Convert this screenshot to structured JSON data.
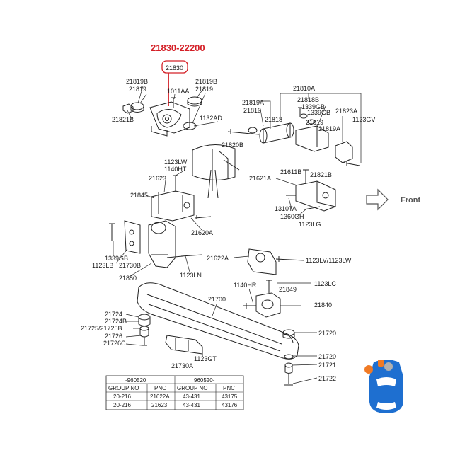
{
  "highlight": {
    "part_number": "21830-22200",
    "color": "#d42027",
    "callout": "21830"
  },
  "front_label": "Front",
  "labels": {
    "l21819b_a": "21819B",
    "l21819_a": "21819",
    "l1011aa": "1011AA",
    "l21819b_b": "21819B",
    "l21819_b": "21819",
    "l21821b_a": "21821B",
    "l1132ad": "1132AD",
    "l21820b": "21820B",
    "l21810a": "21810A",
    "l21819a_a": "21819A",
    "l21819_c": "21819",
    "l21818": "21818",
    "l21818b": "21818B",
    "l1339gb": "1339GB",
    "l1339gb_b": "1339GB",
    "l21823a": "21823A",
    "l21819_d": "21819",
    "l21819a_b": "21819A",
    "l1123gv": "1123GV",
    "l21611b": "21611B",
    "l21621a": "21621A",
    "l21821b_b": "21821B",
    "l1310ta": "1310TA",
    "l1360gh": "1360GH",
    "l1123lg": "1123LG",
    "l1123lw": "1123LW",
    "l1140ht": "1140HT",
    "l21623": "21623",
    "l21845": "21845",
    "l21620a": "21620A",
    "l1339gb_c": "1339GB",
    "l1123lb": "1123LB",
    "l21730b": "21730B",
    "l21850": "21850",
    "l1123ln": "1123LN",
    "l21622a": "21622A",
    "l1123lv_lw": "1123LV/1123LW",
    "l1140hr": "1140HR",
    "l1123lc": "1123LC",
    "l21849": "21849",
    "l21700": "21700",
    "l21840": "21840",
    "l21724": "21724",
    "l21724b": "21724B",
    "l21725_21725b": "21725/21725B",
    "l21726": "21726",
    "l21726c": "21726C",
    "l21730a": "21730A",
    "l1123gt": "1123GT",
    "l21720_a": "21720",
    "l21720_b": "21720",
    "l21721": "21721",
    "l21722": "21722"
  },
  "table": {
    "period_left": "-960520",
    "period_right": "960520-",
    "headers": [
      "GROUP NO",
      "PNC",
      "GROUP NO",
      "PNC"
    ],
    "rows": [
      [
        "20-216",
        "21622A",
        "43-431",
        "43175"
      ],
      [
        "20-216",
        "21623",
        "43-431",
        "43176"
      ]
    ]
  },
  "car_icon": {
    "body_color": "#1e6fd0",
    "marker_color": "#f07a24",
    "window_color": "#ffffff"
  }
}
